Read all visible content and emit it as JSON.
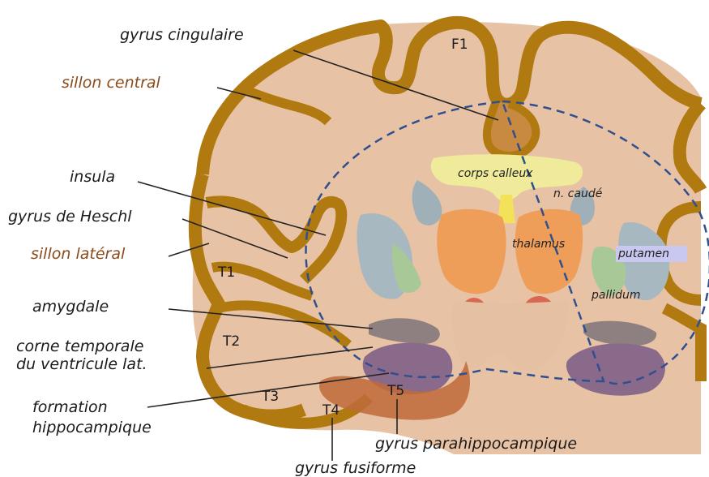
{
  "labels": {
    "gyrus_cingulaire": "gyrus cingulaire",
    "sillon_central": "sillon central",
    "insula": "insula",
    "gyrus_de_heschl": "gyrus de Heschl",
    "sillon_lateral": "sillon latéral",
    "amygdale": "amygdale",
    "corne_temporale_1": "corne temporale",
    "corne_temporale_2": "du ventricule lat.",
    "formation_1": "formation",
    "formation_2": "hippocampique",
    "gyrus_parahippocampique": "gyrus parahippocampique",
    "gyrus_fusiforme": "gyrus fusiforme",
    "corps_calleux": "corps calleux",
    "n_caude": "n. caudé",
    "thalamus": "thalamus",
    "putamen": "putamen",
    "pallidum": "pallidum"
  },
  "gyri": {
    "F1": "F1",
    "T1": "T1",
    "T2": "T2",
    "T3": "T3",
    "T4": "T4",
    "T5": "T5"
  },
  "colors": {
    "cortex": "#b07a10",
    "white_matter": "#e8c2a4",
    "corpus_callosum": "#efeb9a",
    "thalamus": "#ee9e58",
    "caudate": "#9fb0b8",
    "putamen_green": "#a8c898",
    "hippocampus": "#8a6a8a",
    "dashed_region": "#2f4f8f",
    "highlight_label_bg": "#c8c8f0"
  }
}
